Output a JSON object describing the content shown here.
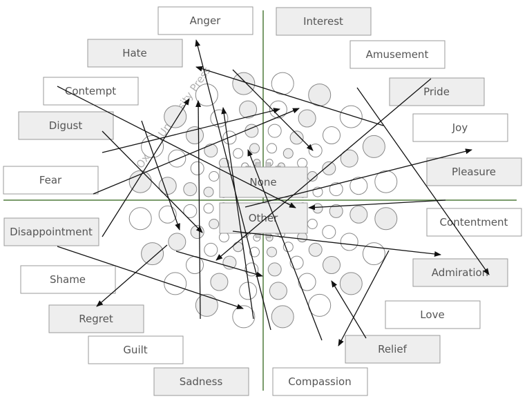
{
  "labels": {
    "anger": "Anger",
    "interest": "Interest",
    "hate": "Hate",
    "amusement": "Amusement",
    "contempt": "Contempt",
    "pride": "Pride",
    "digust": "Digust",
    "joy": "Joy",
    "fear": "Fear",
    "pleasure": "Pleasure",
    "none": "None",
    "other": "Other",
    "disappointment": "Disappointment",
    "contentment": "Contentment",
    "shame": "Shame",
    "admiration": "Admiration",
    "regret": "Regret",
    "love": "Love",
    "guilt": "Guilt",
    "relief": "Relief",
    "sadness": "Sadness",
    "compassion": "Compassion"
  },
  "watermark": "Oxford University Press",
  "colors": {
    "axis": "#4f7a3a",
    "box_border": "#999999",
    "box_fill_gray": "#eeeeee",
    "box_fill_white": "#ffffff",
    "circle_fill_gray": "#ececec",
    "circle_stroke": "#888888",
    "arrow": "#111111",
    "label_text": "#555555"
  }
}
